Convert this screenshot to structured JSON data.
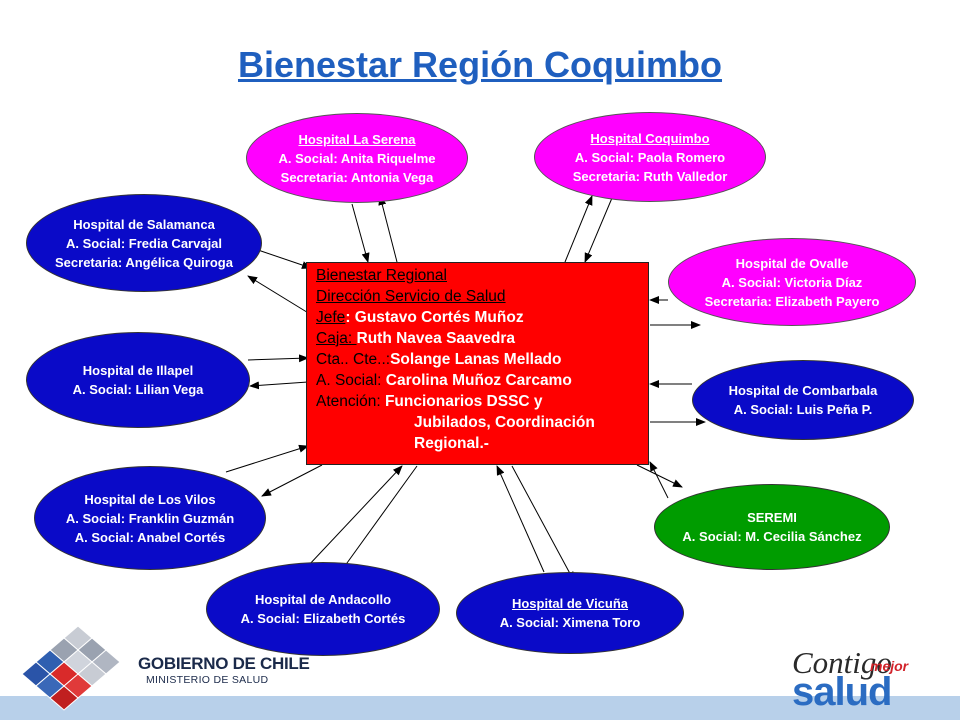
{
  "title": "Bienestar Región Coquimbo",
  "center": {
    "line1": "Bienestar Regional",
    "line2": "Dirección Servicio de Salud",
    "jefe_label": "Jefe",
    "jefe_sep": ": ",
    "jefe_value": "Gustavo Cortés Muñoz",
    "caja_label": "Caja: ",
    "caja_value": "Ruth Navea Saavedra",
    "cta_label": "Cta.. Cte..:",
    "cta_value": "Solange Lanas Mellado",
    "asocial_label": "A. Social: ",
    "asocial_value": "Carolina Muñoz Carcamo",
    "atencion_label": "Atención: ",
    "atencion_value1": "Funcionarios DSSC y",
    "atencion_value2": "Jubilados, Coordinación",
    "atencion_value3": "Regional.-"
  },
  "nodes": {
    "la_serena": {
      "name": "Hospital La Serena",
      "line2": "A. Social: Anita Riquelme",
      "line3": "Secretaria: Antonia Vega"
    },
    "coquimbo": {
      "name": "Hospital Coquimbo",
      "line2": "A. Social: Paola Romero",
      "line3": "Secretaria: Ruth Valledor"
    },
    "salamanca": {
      "name": "Hospital de Salamanca",
      "line2": "A. Social: Fredia Carvajal",
      "line3": "Secretaria: Angélica Quiroga"
    },
    "ovalle": {
      "name": "Hospital de Ovalle",
      "line2": "A. Social: Victoria Díaz",
      "line3": "Secretaria: Elizabeth Payero"
    },
    "illapel": {
      "name": "Hospital de Illapel",
      "line2": "A. Social:  Lilian Vega"
    },
    "combarbala": {
      "name": "Hospital de Combarbala",
      "line2": "A. Social: Luis Peña P."
    },
    "los_vilos": {
      "name": "Hospital de Los Vilos",
      "line2": "A. Social: Franklin Guzmán",
      "line3": "A. Social: Anabel Cortés"
    },
    "seremi": {
      "name": "SEREMI",
      "line2": "A. Social: M. Cecilia Sánchez"
    },
    "andacollo": {
      "name": "Hospital de Andacollo",
      "line2": "A. Social: Elizabeth Cortés"
    },
    "vicuna": {
      "name": "Hospital de Vicuña",
      "line2": "A. Social: Ximena Toro"
    }
  },
  "logos": {
    "gobierno": "GOBIERNO DE CHILE",
    "ministerio": "MINISTERIO DE SALUD",
    "contigo": "Contigo",
    "mejor": "mejor",
    "salud": "salud"
  },
  "colors": {
    "title": "#1f5fbf",
    "center_fill": "#ff0000",
    "magenta_node": "#ff00ff",
    "blue_node": "#0a0ac8",
    "green_node": "#009c00",
    "footer_band": "#b8d0ea"
  }
}
